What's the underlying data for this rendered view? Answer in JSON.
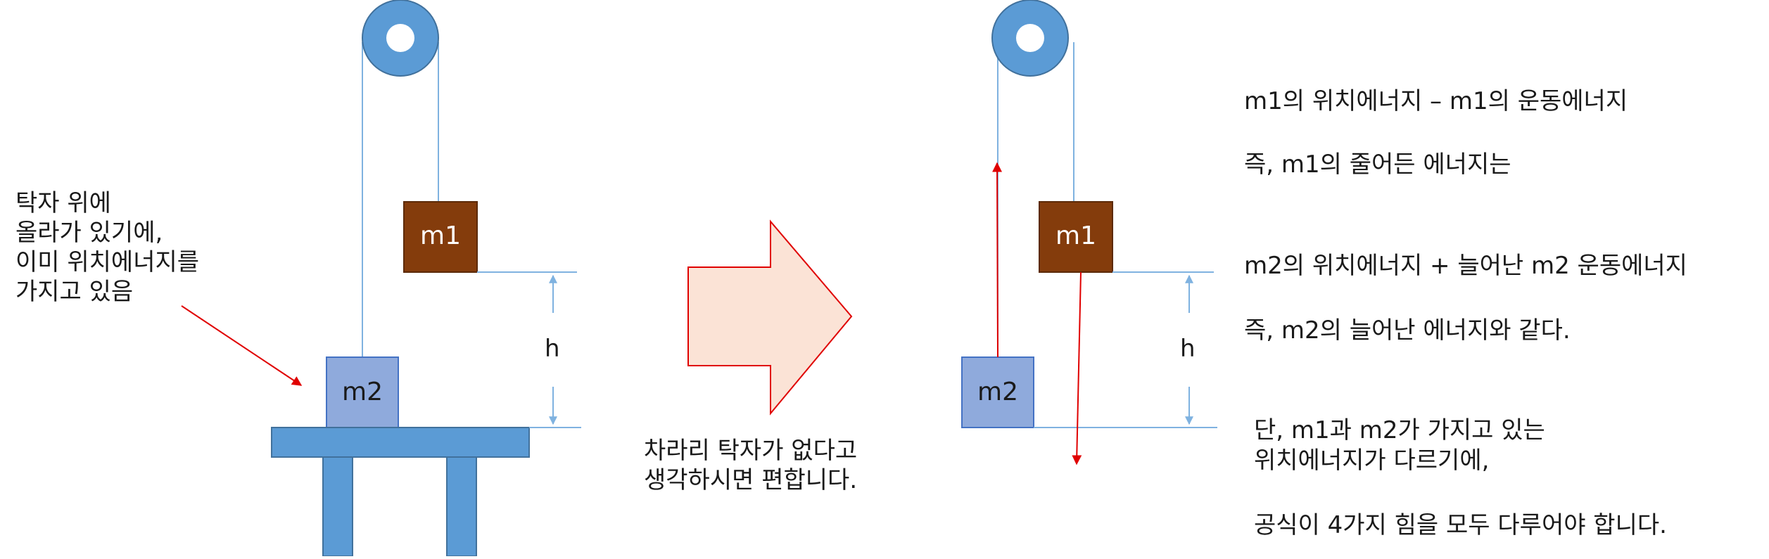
{
  "colors": {
    "pulley": "#5b9bd5",
    "rope": "#7fb2e0",
    "m1_box": "#843c0c",
    "m2_box": "#8faadc",
    "table": "#5b9bd5",
    "arrow_red": "#e00000",
    "big_arrow_fill": "#fbe3d6",
    "big_arrow_stroke": "#e00000",
    "dimension": "#7fb2e0"
  },
  "left_diagram": {
    "m1_label": "m1",
    "m2_label": "m2",
    "h_label": "h",
    "note_lines": [
      "탁자 위에",
      "올라가 있기에,",
      "이미 위치에너지를",
      "가지고 있음"
    ]
  },
  "middle": {
    "caption_lines": [
      "차라리 탁자가 없다고",
      "생각하시면 편합니다."
    ]
  },
  "right_diagram": {
    "m1_label": "m1",
    "m2_label": "m2",
    "h_label": "h"
  },
  "explanation": {
    "line1": "m1의 위치에너지 – m1의 운동에너지",
    "line2": "즉, m1의 줄어든 에너지는",
    "line3": "m2의 위치에너지 + 늘어난 m2 운동에너지",
    "line4": "즉, m2의 늘어난 에너지와 같다.",
    "line5": "단, m1과 m2가 가지고 있는",
    "line6": "위치에너지가 다르기에,",
    "line7": "공식이 4가지 힘을 모두 다루어야 합니다."
  }
}
